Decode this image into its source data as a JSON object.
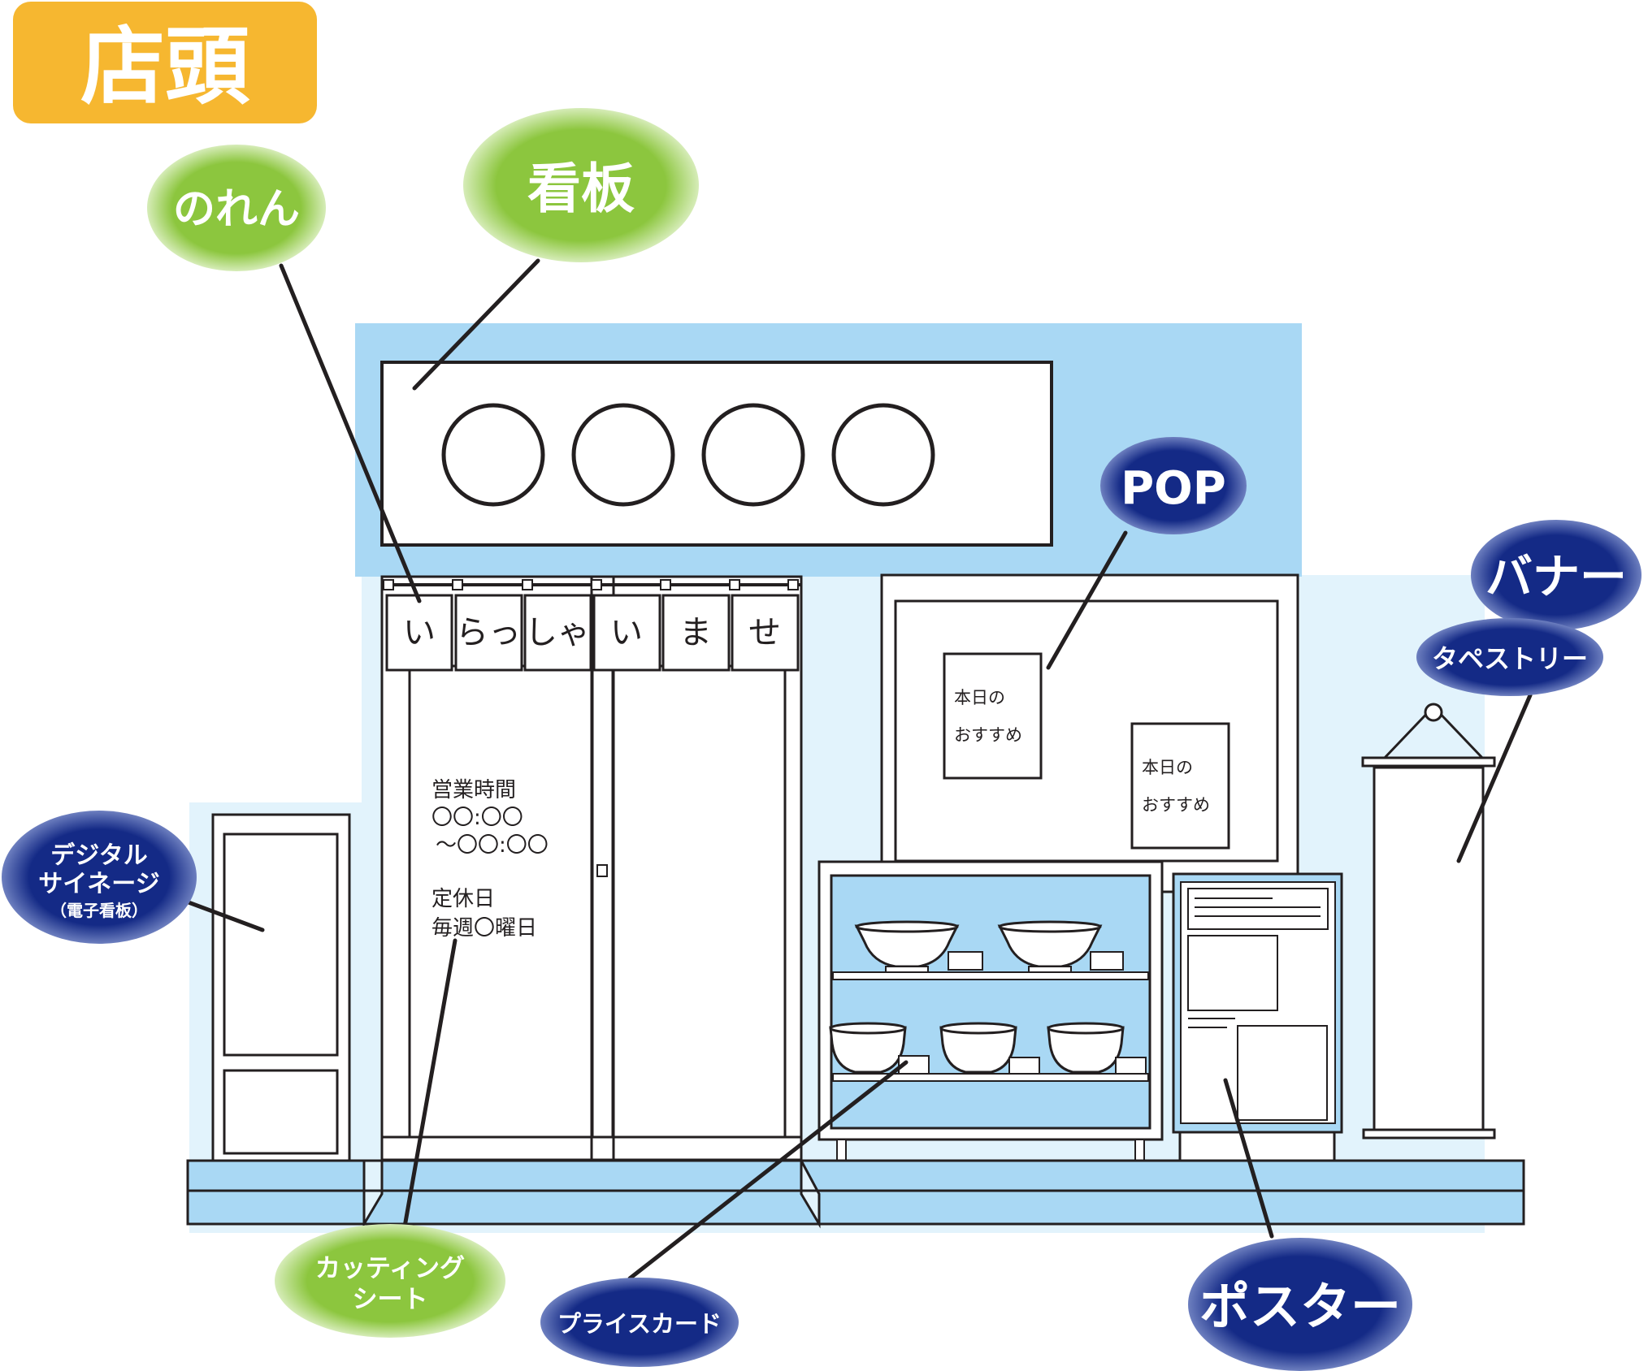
{
  "title": "店頭",
  "colors": {
    "title_bg": "#f6b730",
    "sky_blue": "#a9d8f4",
    "pale_blue": "#e2f3fc",
    "green_label": "#8cc63e",
    "navy_label": "#142a86",
    "outline": "#231f20"
  },
  "callouts": {
    "noren": "のれん",
    "kanban": "看板",
    "pop": "POP",
    "banner": "バナー",
    "tapestry": "タペストリー",
    "digital_signage_line1": "デジタル",
    "digital_signage_line2": "サイネージ",
    "digital_signage_line3": "（電子看板）",
    "cutting_sheet_line1": "カッティング",
    "cutting_sheet_line2": "シート",
    "price_card": "プライスカード",
    "poster": "ポスター"
  },
  "shop": {
    "sign_circles": [
      "〇",
      "〇",
      "〇",
      "〇"
    ],
    "noren_chars": [
      "い",
      "らっ",
      "しゃ",
      "い",
      "ま",
      "せ"
    ],
    "door_hours_title": "営業時間",
    "door_hours_open": "〇〇:〇〇",
    "door_hours_close": "～〇〇:〇〇",
    "door_holiday_title": "定休日",
    "door_holiday_value": "毎週〇曜日",
    "pop_card_line1": "本日の",
    "pop_card_line2": "おすすめ"
  }
}
